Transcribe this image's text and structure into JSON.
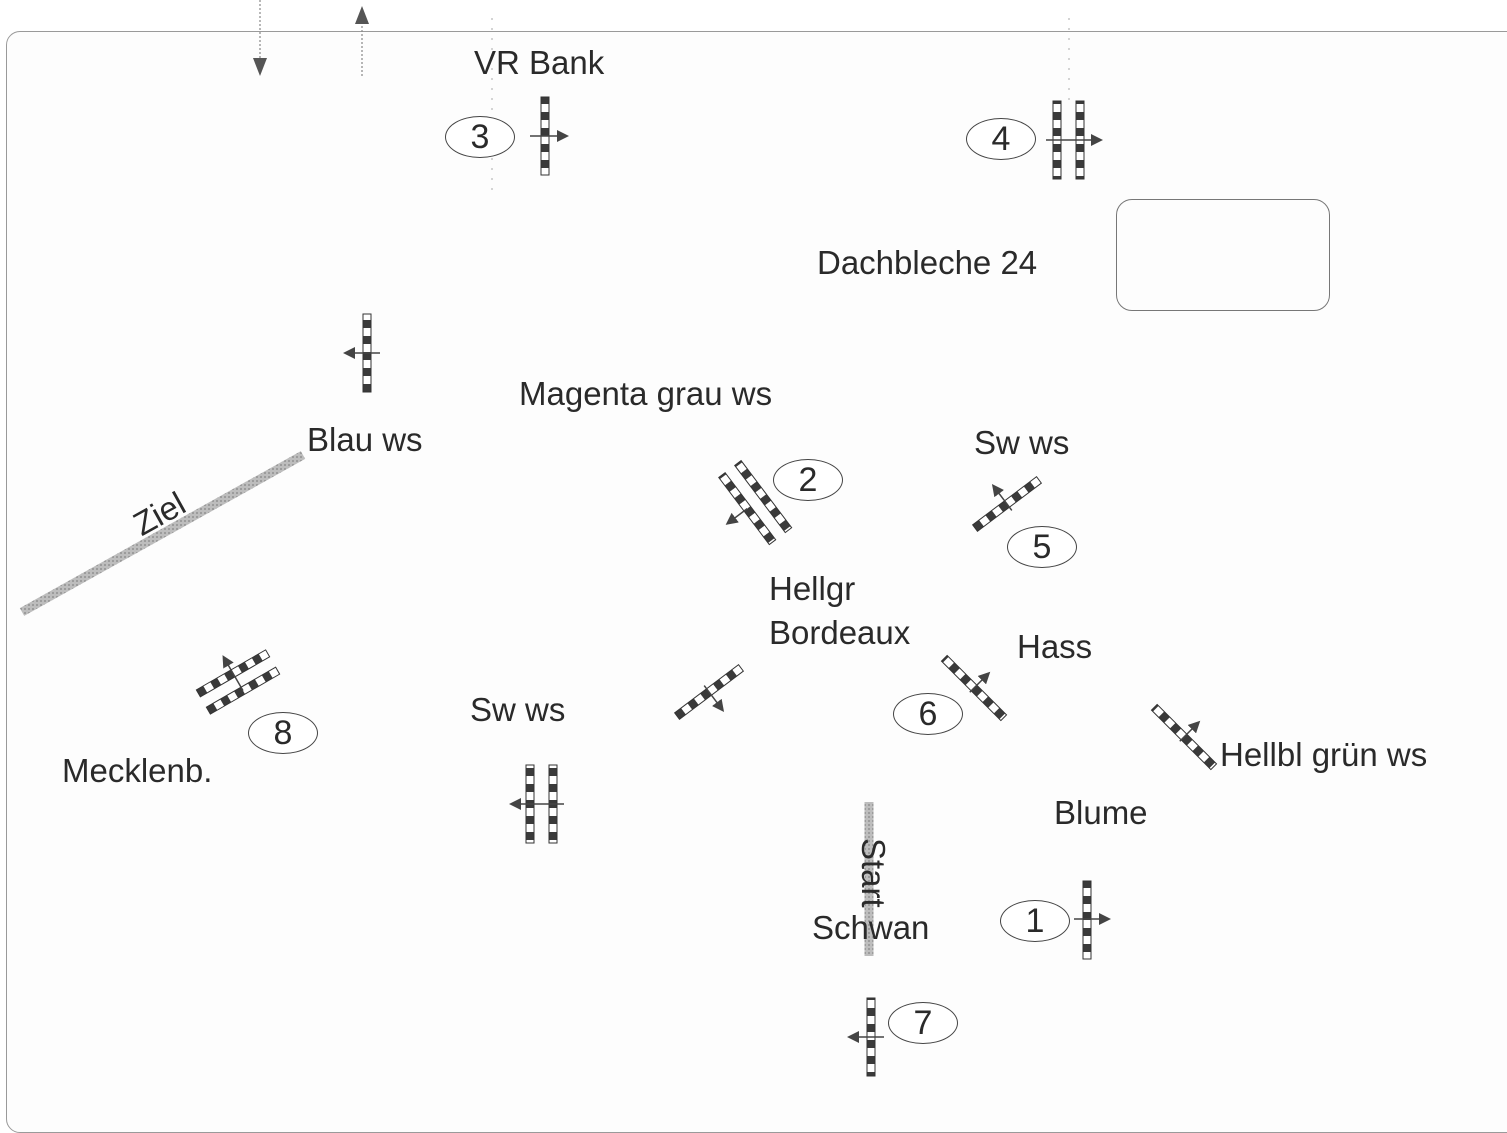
{
  "labels": {
    "vr_bank": "VR Bank",
    "dachbleche": "Dachbleche 24",
    "magenta": "Magenta grau ws",
    "blau": "Blau ws",
    "sw_ws_top": "Sw ws",
    "hellgr_bordeaux_line1": "Hellgr",
    "hellgr_bordeaux_line2": "Bordeaux",
    "hass": "Hass",
    "sw_ws_bottom": "Sw ws",
    "hellbl": "Hellbl grün ws",
    "blume": "Blume",
    "mecklenb": "Mecklenb.",
    "schwan": "Schwan",
    "ziel": "Ziel",
    "start": "Start"
  },
  "numbers": {
    "n1": "1",
    "n2": "2",
    "n3": "3",
    "n4": "4",
    "n5": "5",
    "n6": "6",
    "n7": "7",
    "n8": "8"
  }
}
